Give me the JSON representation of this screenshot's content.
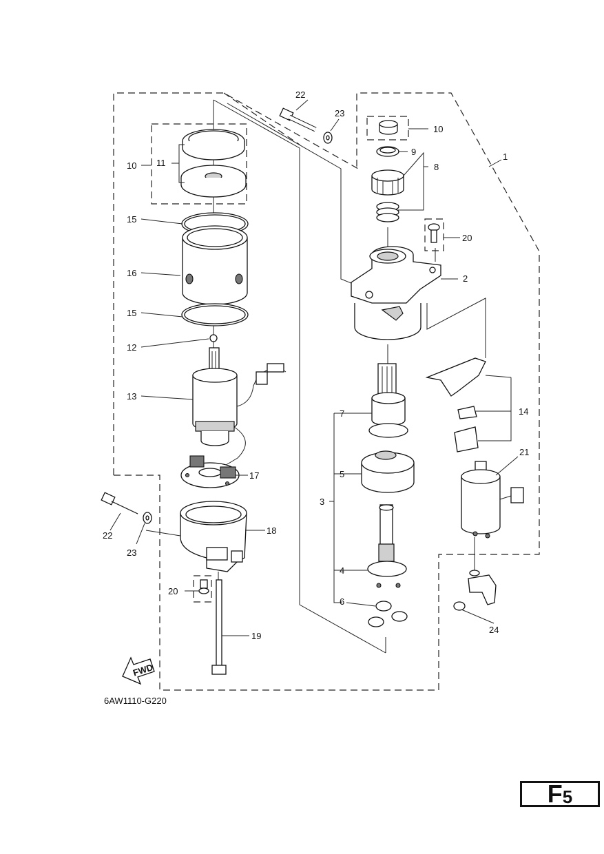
{
  "diagram": {
    "code": "6AW1110-G220",
    "page": {
      "letter": "F",
      "number": "5"
    },
    "fwd_label": "FWD",
    "callouts": {
      "c1": "1",
      "c2": "2",
      "c3": "3",
      "c4": "4",
      "c5": "5",
      "c6": "6",
      "c7": "7",
      "c8": "8",
      "c9": "9",
      "c10a": "10",
      "c10b": "10",
      "c11": "11",
      "c12": "12",
      "c13": "13",
      "c14": "14",
      "c15a": "15",
      "c15b": "15",
      "c16": "16",
      "c17": "17",
      "c18": "18",
      "c19": "19",
      "c20a": "20",
      "c20b": "20",
      "c21": "21",
      "c22a": "22",
      "c22b": "22",
      "c23a": "23",
      "c23b": "23",
      "c24": "24"
    }
  }
}
